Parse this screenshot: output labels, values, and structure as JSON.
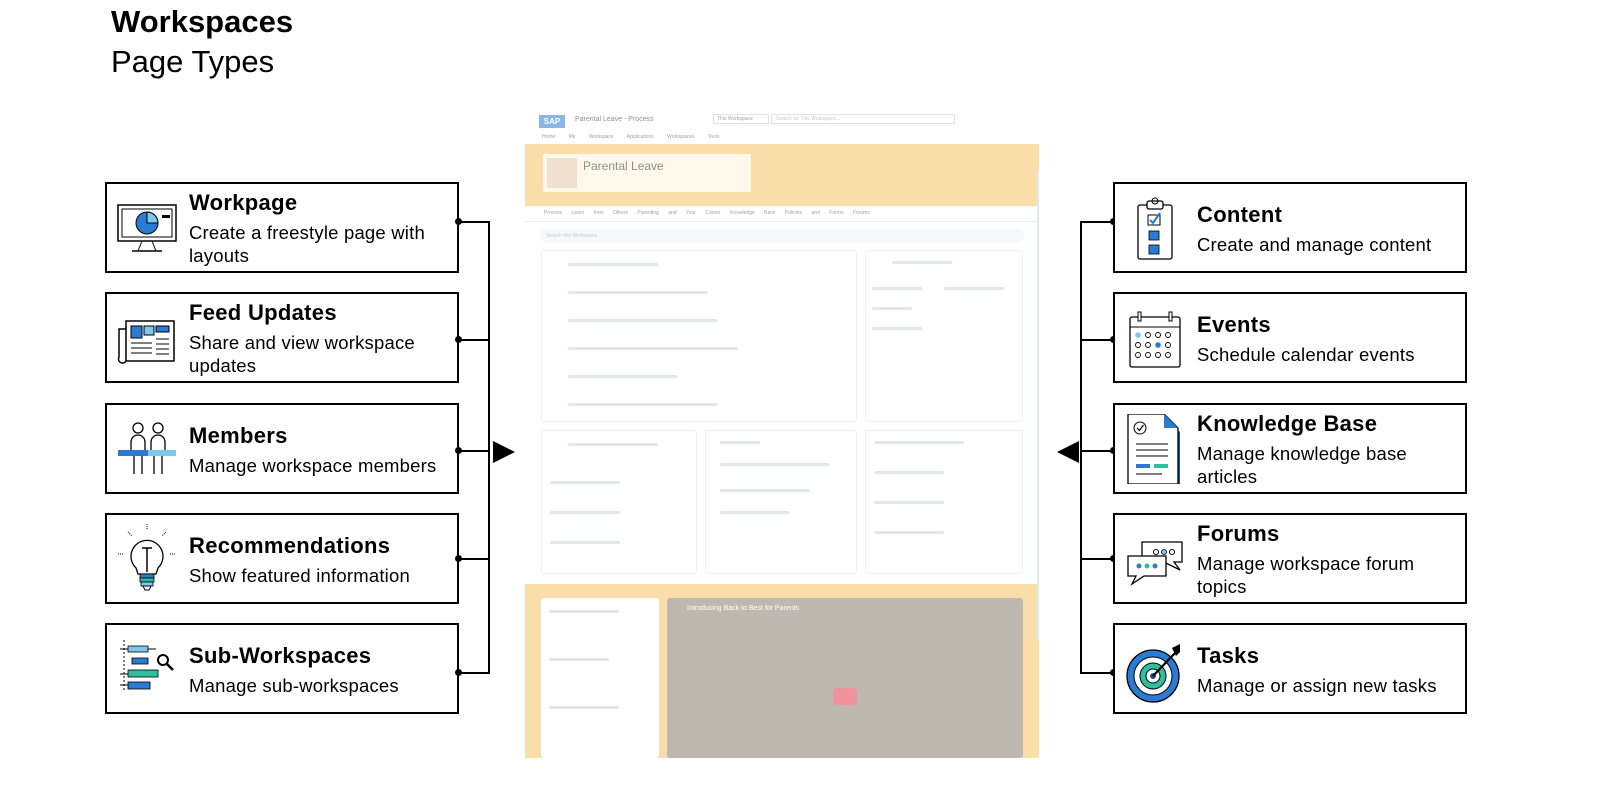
{
  "header": {
    "title": "Workspaces",
    "subtitle": "Page Types"
  },
  "left_cards": [
    {
      "title": "Workpage",
      "desc": "Create a freestyle page with layouts",
      "icon": "monitor-pie-chart-icon"
    },
    {
      "title": "Feed Updates",
      "desc": "Share and view workspace updates",
      "icon": "newspaper-icon"
    },
    {
      "title": "Members",
      "desc": "Manage workspace members",
      "icon": "members-icon"
    },
    {
      "title": "Recommendations",
      "desc": "Show featured information",
      "icon": "lightbulb-icon"
    },
    {
      "title": "Sub-Workspaces",
      "desc": "Manage sub-workspaces",
      "icon": "hierarchy-search-icon"
    }
  ],
  "right_cards": [
    {
      "title": "Content",
      "desc": "Create and manage  content",
      "icon": "clipboard-checklist-icon"
    },
    {
      "title": "Events",
      "desc": "Schedule  calendar events",
      "icon": "calendar-icon"
    },
    {
      "title": "Knowledge Base",
      "desc": "Manage knowledge base articles",
      "icon": "document-check-icon"
    },
    {
      "title": "Forums",
      "desc": "Manage workspace forum topics",
      "icon": "chat-bubbles-icon"
    },
    {
      "title": "Tasks",
      "desc": "Manage or assign new tasks",
      "icon": "target-arrow-icon"
    }
  ],
  "screenshot": {
    "logo": "SAP",
    "app_title": "Parental Leave - Process",
    "scope_select": "This Workspace",
    "search_placeholder": "Search for This Workspace...",
    "nav": "Home My Workspace Applications Workspaces Tools",
    "page_title": "Parental Leave",
    "tabs": "Process Learn from Others Parenting and Your Career Knowledge Base Policies and Forms Forums",
    "workspace_search": "Search this Workspace...",
    "video_title": "Introducing Back to Best for Parents"
  },
  "colors": {
    "accent_blue": "#2b7bd3",
    "hero_yellow": "#f6c463",
    "icon_light_blue": "#7cc8ee",
    "icon_teal": "#2fbf9f"
  }
}
